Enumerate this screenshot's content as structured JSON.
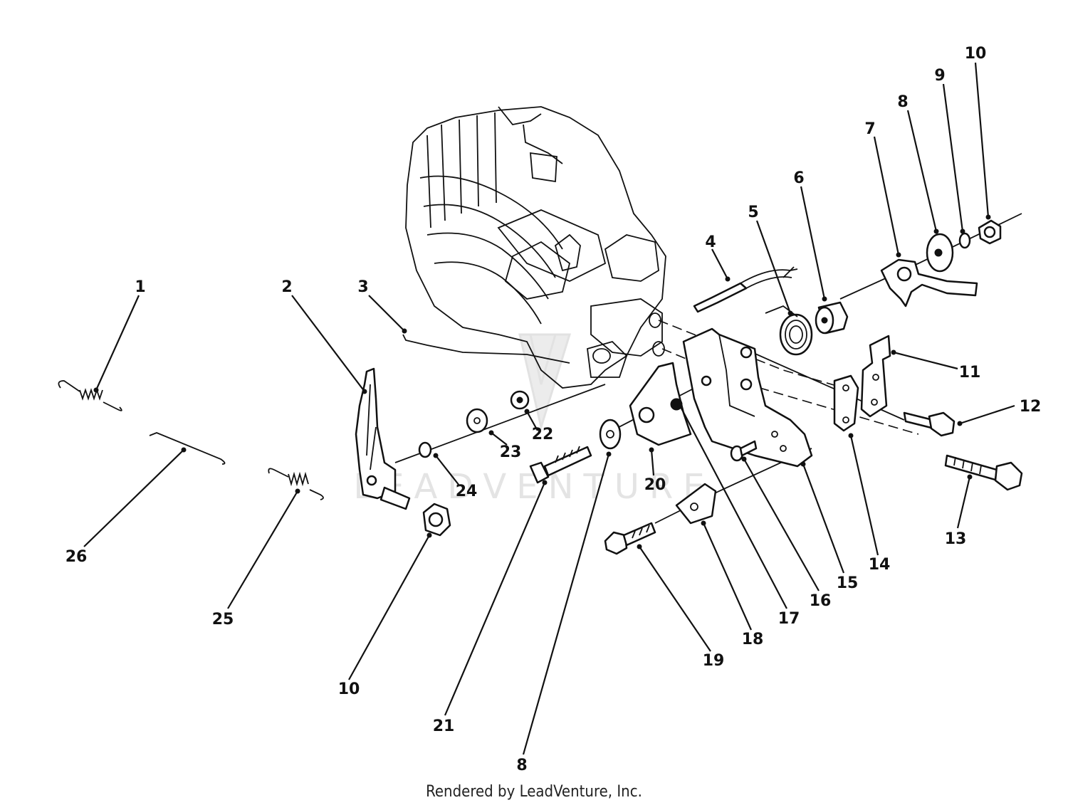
{
  "watermark": "LEADVENTURE",
  "footer": "Rendered by LeadVenture, Inc.",
  "callouts": {
    "c1": "1",
    "c2": "2",
    "c3": "3",
    "c4": "4",
    "c5": "5",
    "c6": "6",
    "c7": "7",
    "c8a": "8",
    "c9": "9",
    "c10a": "10",
    "c11": "11",
    "c12": "12",
    "c13": "13",
    "c14": "14",
    "c15": "15",
    "c16": "16",
    "c17": "17",
    "c18": "18",
    "c19": "19",
    "c20": "20",
    "c21": "21",
    "c22": "22",
    "c23": "23",
    "c24": "24",
    "c25": "25",
    "c26": "26",
    "c10b": "10",
    "c8b": "8"
  }
}
